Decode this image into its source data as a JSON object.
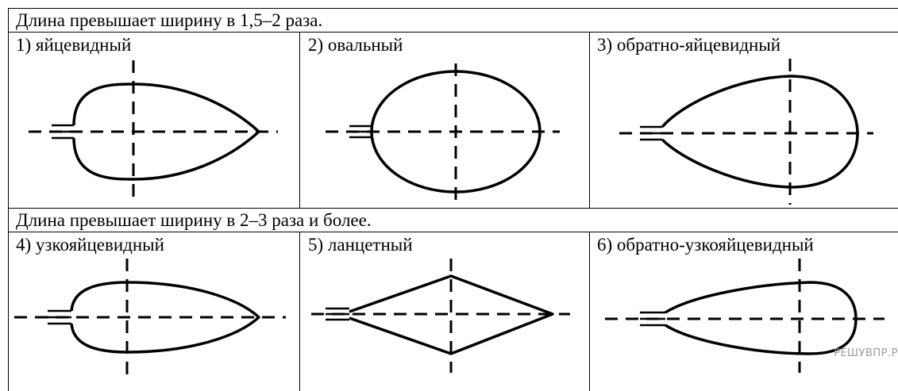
{
  "groups": [
    {
      "header": "Длина превышает ширину в 1,5–2 раза.",
      "shapes": [
        {
          "label": "1) яйцевидный",
          "icon": "ovate-leaf-icon"
        },
        {
          "label": "2) овальный",
          "icon": "oval-leaf-icon"
        },
        {
          "label": "3) обратно-яйцевидный",
          "icon": "obovate-leaf-icon"
        }
      ]
    },
    {
      "header": "Длина превышает ширину в 2–3 раза и более.",
      "shapes": [
        {
          "label": "4) узкояйцевидный",
          "icon": "narrow-ovate-leaf-icon"
        },
        {
          "label": "5) ланцетный",
          "icon": "lanceolate-leaf-icon"
        },
        {
          "label": "6) обратно-узкояйцевидный",
          "icon": "narrow-obovate-leaf-icon"
        }
      ]
    }
  ],
  "watermark": "РЕШУВПР.Р"
}
